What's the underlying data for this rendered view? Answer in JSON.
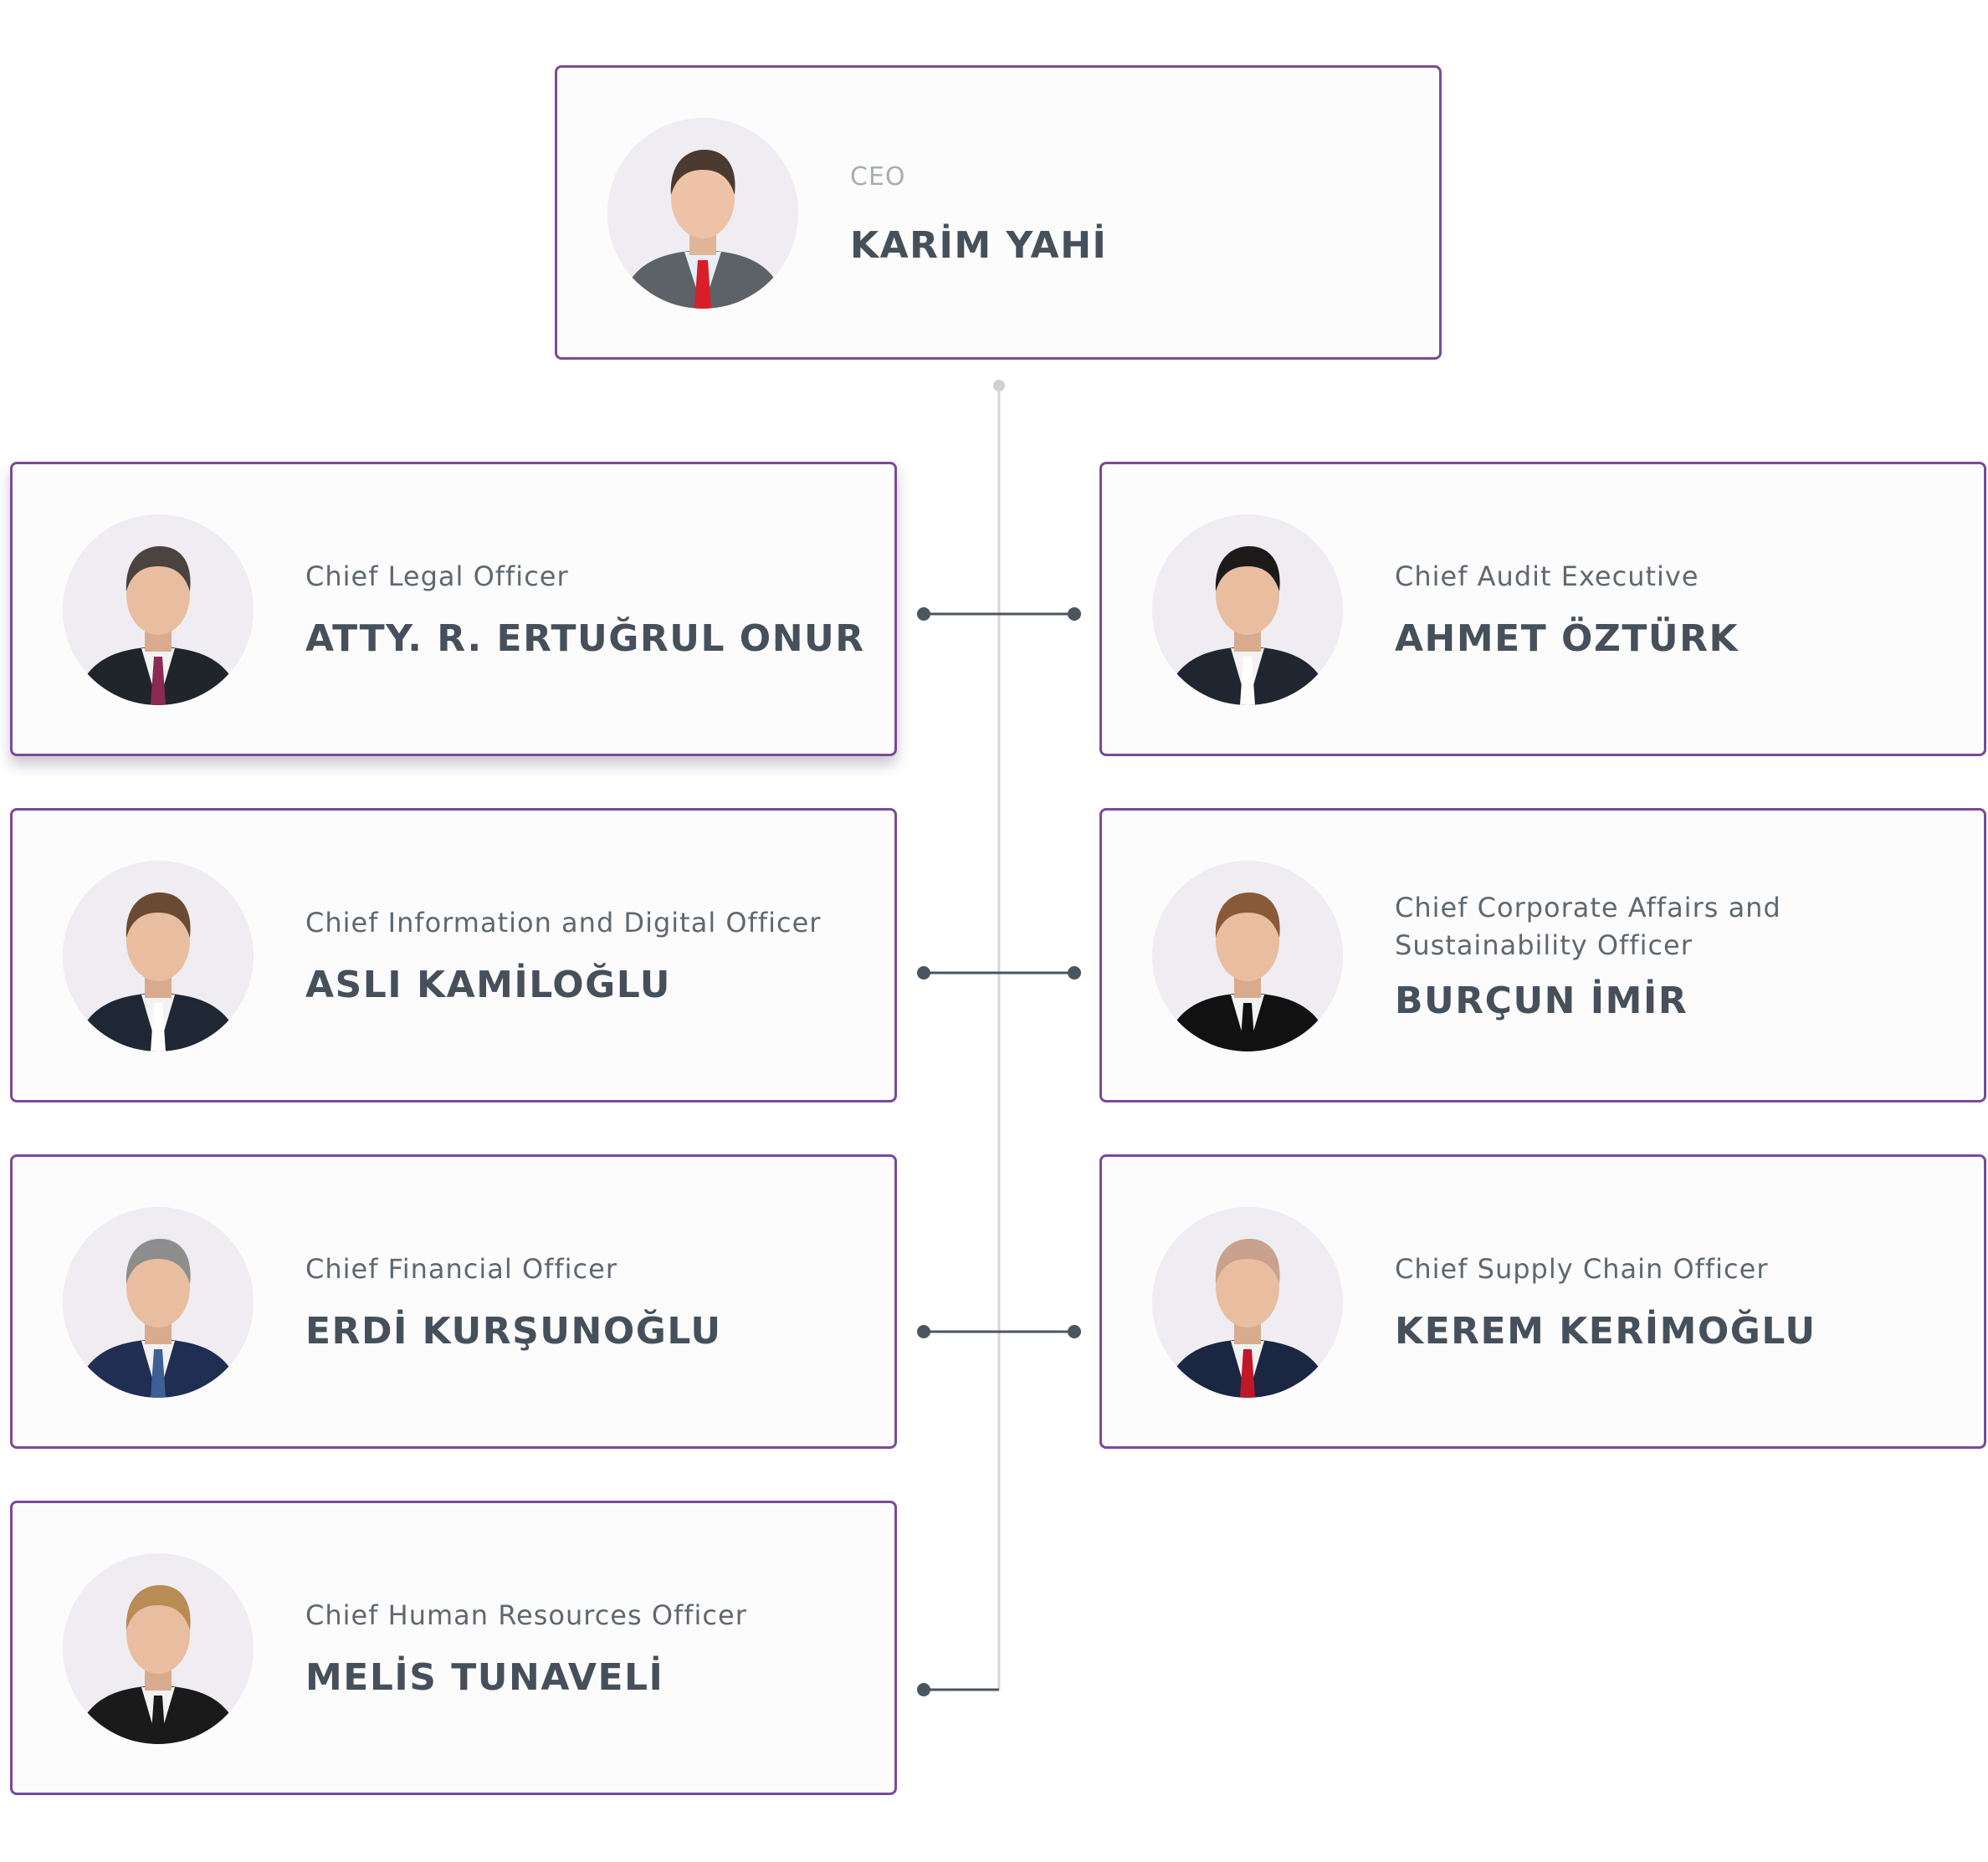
{
  "ceo": {
    "role": "CEO",
    "name": "KARİM YAHİ",
    "avatar_icon": "person-portrait-icon"
  },
  "executives": [
    {
      "role": "Chief Legal Officer",
      "name": "ATTY. R. ERTUĞRUL ONUR",
      "side": "left",
      "tie": "#8b2a55",
      "suit": "#20242b",
      "hair": "#4a4340"
    },
    {
      "role": "Chief Audit Executive",
      "name": "AHMET ÖZTÜRK",
      "side": "right",
      "tie": "#ffffff",
      "suit": "#1f2630",
      "hair": "#1d1b1a"
    },
    {
      "role": "Chief Information and Digital Officer",
      "name": "ASLI KAMİLOĞLU",
      "side": "left",
      "tie": "#ffffff",
      "suit": "#1e2733",
      "hair": "#6a4a32"
    },
    {
      "role": "Chief Corporate Affairs and Sustainability Officer",
      "name": "BURÇUN İMİR",
      "side": "right",
      "tie": "#111111",
      "suit": "#111111",
      "hair": "#8a5a38"
    },
    {
      "role": "Chief Financial Officer",
      "name": "ERDİ KURŞUNOĞLU",
      "side": "left",
      "tie": "#3c5f95",
      "suit": "#1f2e52",
      "hair": "#8d8d8d"
    },
    {
      "role": "Chief Supply Chain Officer",
      "name": "KEREM KERİMOĞLU",
      "side": "right",
      "tie": "#c0172a",
      "suit": "#1b2641",
      "hair": "#c9a28e"
    },
    {
      "role": "Chief Human Resources Officer",
      "name": "MELİS TUNAVELİ",
      "side": "left",
      "tie": "#1a1a1a",
      "suit": "#1a1a1a",
      "hair": "#b98b55"
    }
  ],
  "colors": {
    "card_border": "#7a4a9a",
    "connector": "#4a5560",
    "trunk": "#d5d5d5",
    "ceo_tie": "#d81e2a",
    "ceo_suit": "#5d6168"
  }
}
